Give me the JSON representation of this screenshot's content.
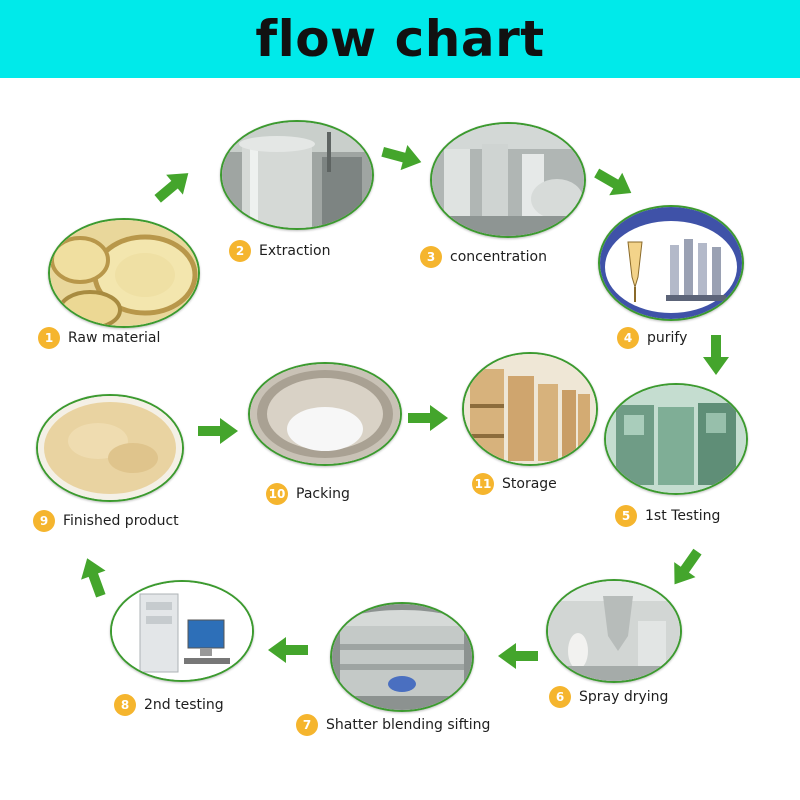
{
  "title": "flow chart",
  "colors": {
    "header_bg": "#00eaea",
    "arrow": "#44a52c",
    "badge": "#f5b52e",
    "photo_border": "#3c9a2f"
  },
  "steps": [
    {
      "number": "1",
      "label": "Raw material",
      "icon": "raw-material-photo"
    },
    {
      "number": "2",
      "label": "Extraction",
      "icon": "extraction-tank-photo"
    },
    {
      "number": "3",
      "label": "concentration",
      "icon": "concentration-equipment-photo"
    },
    {
      "number": "4",
      "label": "purify",
      "icon": "purification-columns-photo"
    },
    {
      "number": "5",
      "label": "1st Testing",
      "icon": "testing-cabinet-photo"
    },
    {
      "number": "6",
      "label": "Spray drying",
      "icon": "spray-dryer-photo"
    },
    {
      "number": "7",
      "label": "Shatter blending sifting",
      "icon": "sifter-machine-photo"
    },
    {
      "number": "8",
      "label": "2nd testing",
      "icon": "hplc-instrument-photo"
    },
    {
      "number": "9",
      "label": "Finished product",
      "icon": "powder-dish-photo"
    },
    {
      "number": "10",
      "label": "Packing",
      "icon": "packing-drum-photo"
    },
    {
      "number": "11",
      "label": "Storage",
      "icon": "storage-drums-photo"
    }
  ]
}
